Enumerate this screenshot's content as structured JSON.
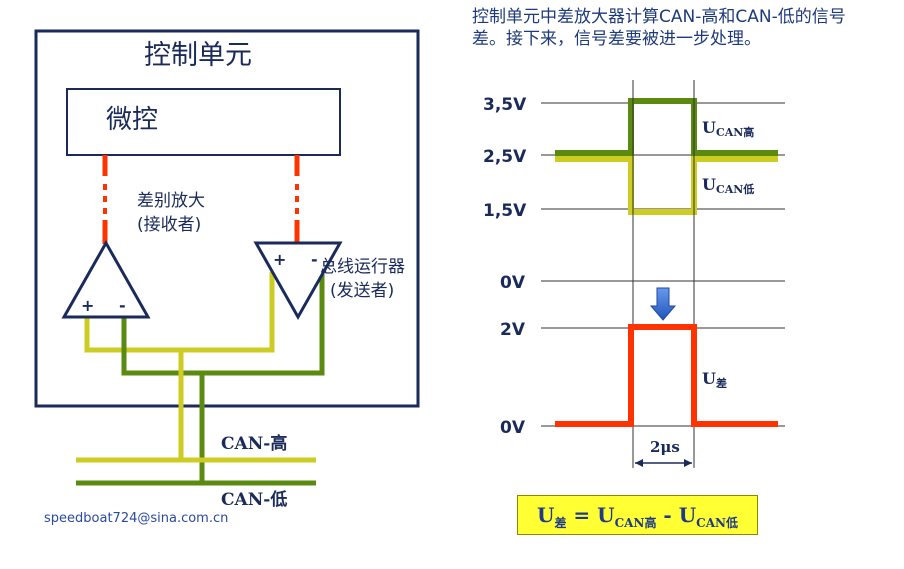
{
  "description": "控制单元中差放大器计算CAN-高和CAN-低的信号差。接下来，信号差要被进一步处理。",
  "control_unit": {
    "title": "控制单元",
    "micro_label": "微控",
    "diff_amp_label": "差别放大",
    "diff_amp_sub": "(接收者)",
    "transceiver_label": "总线运行器",
    "transceiver_sub": "(发送者)",
    "plus": "+",
    "minus": "-"
  },
  "bus": {
    "can_high": "CAN-高",
    "can_low": "CAN-低"
  },
  "top_chart": {
    "ticks": [
      "3,5V",
      "2,5V",
      "1,5V",
      "0V"
    ],
    "u_high_main": "U",
    "u_high_sub": "CAN高",
    "u_low_main": "U",
    "u_low_sub": "CAN低"
  },
  "bottom_chart": {
    "ticks": [
      "2V",
      "0V"
    ],
    "u_diff_main": "U",
    "u_diff_sub": "差",
    "duration": "2μs"
  },
  "formula": {
    "u": "U",
    "diff_sub": "差",
    "eq": " = ",
    "high_sub": "CAN高",
    "minus": " - ",
    "low_sub": "CAN低"
  },
  "email": "speedboat724@sina.com.cn",
  "colors": {
    "navy": "#1a2a5a",
    "red": "#ff3300",
    "dark_green": "#5a8a10",
    "light_green": "#cccc22",
    "arrow_blue": "#3366cc",
    "formula_bg": "#ffff33"
  }
}
